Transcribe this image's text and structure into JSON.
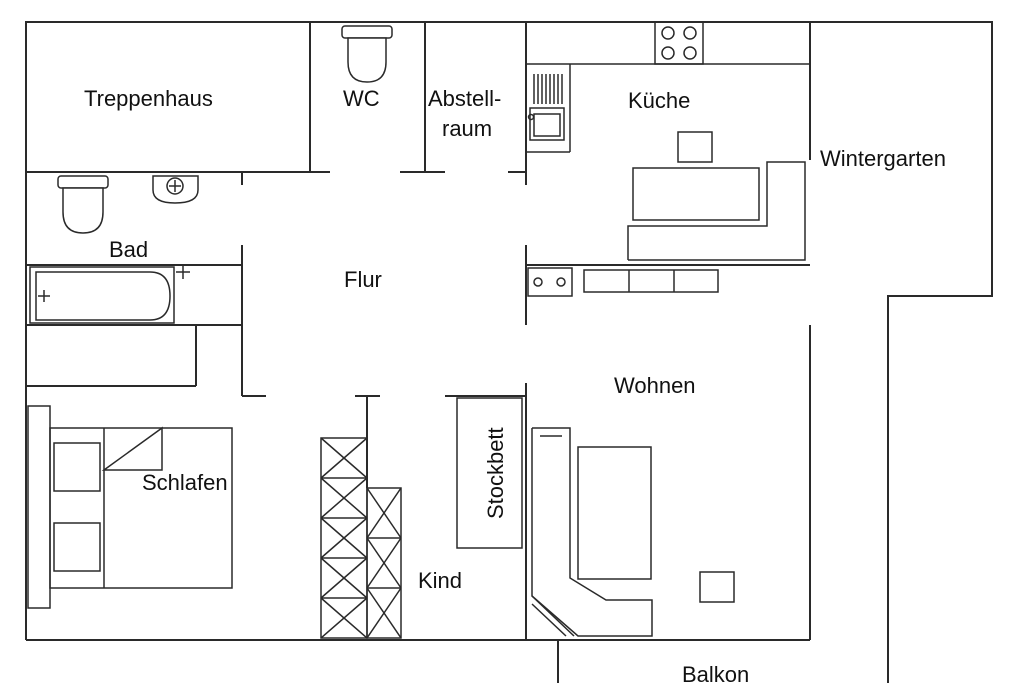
{
  "rooms": {
    "treppenhaus": "Treppenhaus",
    "wc": "WC",
    "abstellraum_line1": "Abstell-",
    "abstellraum_line2": "raum",
    "kueche": "Küche",
    "wintergarten": "Wintergarten",
    "bad": "Bad",
    "flur": "Flur",
    "wohnen": "Wohnen",
    "schlafen": "Schlafen",
    "stockbett": "Stockbett",
    "kind": "Kind",
    "balkon": "Balkon"
  },
  "colors": {
    "line": "#2a2a2a",
    "background": "#ffffff",
    "text": "#111111"
  }
}
